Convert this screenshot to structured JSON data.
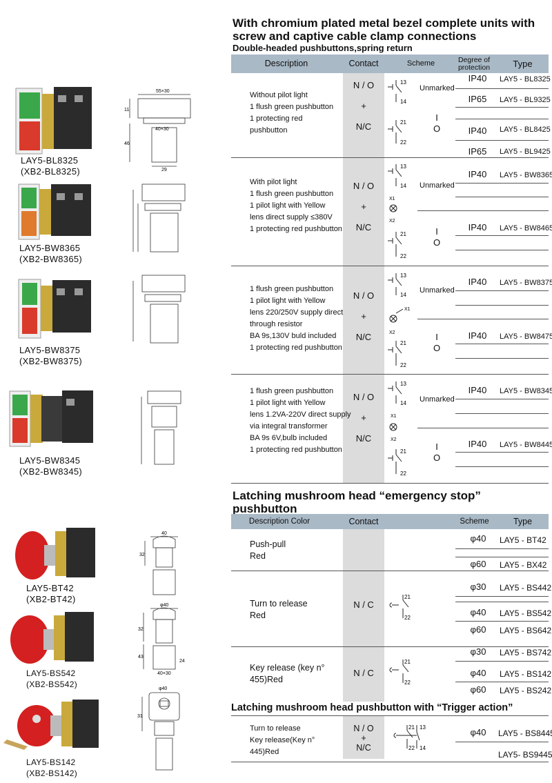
{
  "section1": {
    "title_line1": "With chromium plated metal bezel complete units with",
    "title_line2": "screw and captive cable clamp connections",
    "subtitle": "Double-headed pushbuttons,spring return",
    "headers": {
      "description": "Description",
      "contact": "Contact",
      "scheme": "Scheme",
      "degree_line1": "Degree of",
      "degree_line2": "protection",
      "type": "Type"
    },
    "rows": [
      {
        "description": [
          "Without pilot light",
          "1 flush green pushbutton",
          "1 protecting red",
          "pushbutton"
        ],
        "contact": [
          "N / O",
          "+",
          "N/C"
        ],
        "no_label": "Unmarked",
        "nc_symbol": [
          "I",
          "O"
        ],
        "entries": [
          {
            "ip": "IP40",
            "type": "LAY5 - BL8325"
          },
          {
            "ip": "IP65",
            "type": "LAY5 - BL9325"
          },
          {
            "ip": "IP40",
            "type": "LAY5 - BL8425"
          },
          {
            "ip": "IP65",
            "type": "LAY5 - BL9425"
          }
        ]
      },
      {
        "description": [
          "With pilot light",
          "1 flush green pushbutton",
          "1 pilot light with Yellow",
          "lens direct supply ≤380V",
          "1 protecting red pushbutton"
        ],
        "contact": [
          "N / O",
          "+",
          "N/C"
        ],
        "no_label": "Unmarked",
        "nc_symbol": [
          "I",
          "O"
        ],
        "entries": [
          {
            "ip": "IP40",
            "type": "LAY5 - BW8365"
          },
          {
            "ip": "IP40",
            "type": "LAY5 - BW8465"
          }
        ]
      },
      {
        "description": [
          "1 flush green pushbutton",
          "1 pilot light with Yellow",
          "lens 220/250V supply direct",
          "through resistor",
          "BA 9s,130V buld included",
          "1 protecting red pushbutton"
        ],
        "contact": [
          "N / O",
          "+",
          "N/C"
        ],
        "no_label": "Unmarked",
        "nc_symbol": [
          "I",
          "O"
        ],
        "entries": [
          {
            "ip": "IP40",
            "type": "LAY5 - BW8375"
          },
          {
            "ip": "IP40",
            "type": "LAY5 - BW8475"
          }
        ]
      },
      {
        "description": [
          "1 flush green pushbutton",
          "1 pilot light with Yellow",
          "lens 1.2VA-220V direct supply",
          "via integral transformer",
          "BA 9s 6V,bulb included",
          "1 protecting red pushbutton"
        ],
        "contact": [
          "N / O",
          "+",
          "N/C"
        ],
        "no_label": "Unmarked",
        "nc_symbol": [
          "I",
          "O"
        ],
        "entries": [
          {
            "ip": "IP40",
            "type": "LAY5 - BW8345"
          },
          {
            "ip": "IP40",
            "type": "LAY5 - BW8445"
          }
        ]
      }
    ],
    "scheme_labels": {
      "t13": "13",
      "t14": "14",
      "t21": "21",
      "t22": "22",
      "x1": "X1",
      "x2": "X2"
    }
  },
  "section2": {
    "title_line1": "Latching mushroom head “emergency stop”",
    "title_line2": "pushbutton",
    "headers": {
      "description": "Description Color",
      "contact": "Contact",
      "scheme": "Scheme",
      "type": "Type"
    },
    "rows": [
      {
        "description": [
          "Push-pull",
          "Red"
        ],
        "contact": "",
        "entries": [
          {
            "size": "φ40",
            "type": "LAY5 - BT42"
          },
          {
            "size": "φ60",
            "type": "LAY5 - BX42"
          }
        ]
      },
      {
        "description": [
          "Turn to release",
          "Red"
        ],
        "contact": "N / C",
        "entries": [
          {
            "size": "φ30",
            "type": "LAY5 - BS442"
          },
          {
            "size": "φ40",
            "type": "LAY5 - BS542"
          },
          {
            "size": "φ60",
            "type": "LAY5 - BS642"
          }
        ]
      },
      {
        "description": [
          "Key release (key n°",
          "455)Red"
        ],
        "contact": "N / C",
        "entries": [
          {
            "size": "φ30",
            "type": "LAY5 - BS742"
          },
          {
            "size": "φ40",
            "type": "LAY5 - BS142"
          },
          {
            "size": "φ60",
            "type": "LAY5 - BS242"
          }
        ]
      }
    ]
  },
  "section3": {
    "title": "Latching mushroom head pushbutton with “Trigger action”",
    "row": {
      "description": [
        "Turn to release",
        "Key release(Key n°",
        "445)Red"
      ],
      "contact": [
        "N / O",
        "+",
        "N/C"
      ],
      "entries": [
        {
          "size": "φ40",
          "type": "LAY5 - BS8445"
        },
        {
          "size": "",
          "type": "LAY5- BS9445"
        }
      ]
    }
  },
  "products": [
    {
      "name": "LAY5-BL8325",
      "alt": "(XB2-BL8325)"
    },
    {
      "name": "LAY5-BW8365",
      "alt": "(XB2-BW8365)"
    },
    {
      "name": "LAY5-BW8375",
      "alt": "(XB2-BW8375)"
    },
    {
      "name": "LAY5-BW8345",
      "alt": "(XB2-BW8345)"
    },
    {
      "name": "LAY5-BT42",
      "alt": "(XB2-BT42)"
    },
    {
      "name": "LAY5-BS542",
      "alt": "(XB2-BS542)"
    },
    {
      "name": "LAY5-BS142",
      "alt": "(XB2-BS142)"
    }
  ],
  "drawings": {
    "d1_width": "55×30",
    "d1_inner": "40×30",
    "d1_h1": "11",
    "d1_h2": "46",
    "d1_w2": "29",
    "d5_w": "40",
    "d5_h": "32",
    "d6_w": "φ40",
    "d6_h1": "32",
    "d6_h2": "43",
    "d6_h3": "24",
    "d6_w2": "40×30",
    "d7_w": "φ40",
    "d7_h": "31"
  },
  "colors": {
    "header_band": "#a9b9c6",
    "contact_band": "#dcdcdc",
    "button_green": "#3aa84a",
    "button_red": "#d93a2b",
    "emergency_red": "#d42020"
  }
}
